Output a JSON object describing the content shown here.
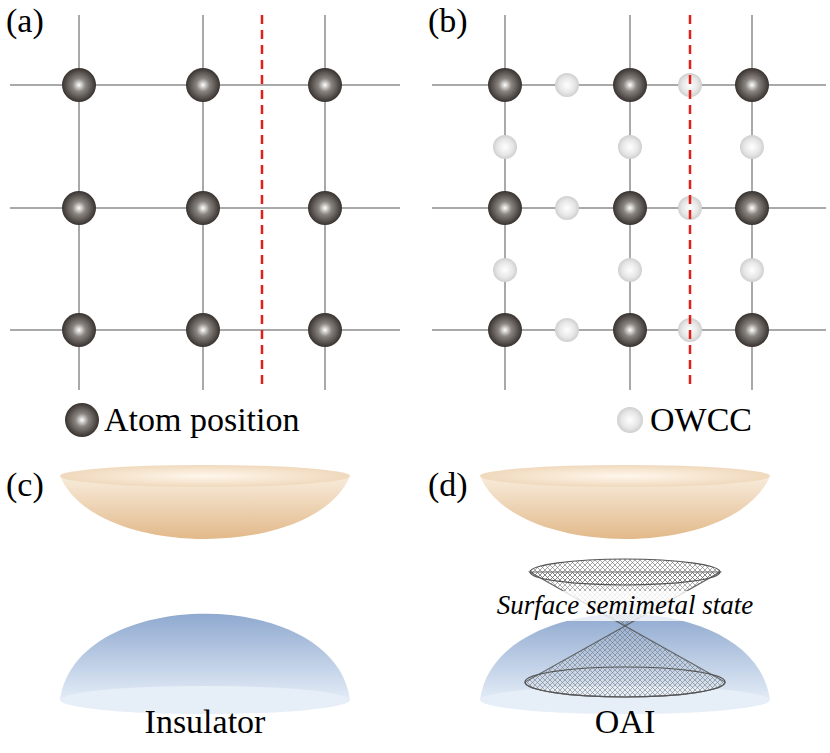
{
  "diagram": {
    "labels": [
      "(a)",
      "(b)",
      "(c)",
      "(d)",
      "Surface semimetal state",
      "Insulator",
      "OAI"
    ],
    "legend": [
      {
        "text": "Atom position"
      },
      {
        "text": "OWCC"
      }
    ]
  }
}
